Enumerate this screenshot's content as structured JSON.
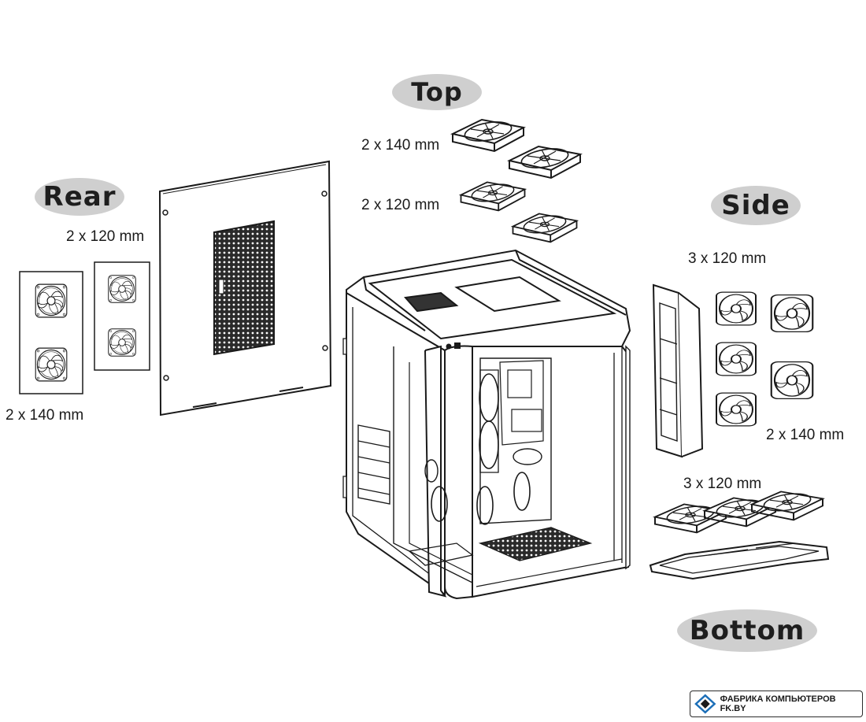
{
  "sections": {
    "top": "Top",
    "rear": "Rear",
    "side": "Side",
    "bottom": "Bottom"
  },
  "labels": {
    "top_140": "2 x 140 mm",
    "top_120": "2 x 120 mm",
    "rear_120": "2 x 120 mm",
    "rear_140": "2 x 140 mm",
    "side_120": "3 x 120 mm",
    "side_140": "2 x 140 mm",
    "bottom_120": "3 x 120 mm"
  },
  "watermark": {
    "text": "ФАБРИКА КОМПЬЮТЕРОВ FK.BY"
  },
  "colors": {
    "pill": "#cfcfcf",
    "line": "#1a1a1a",
    "accent": "#1c6fb8"
  }
}
